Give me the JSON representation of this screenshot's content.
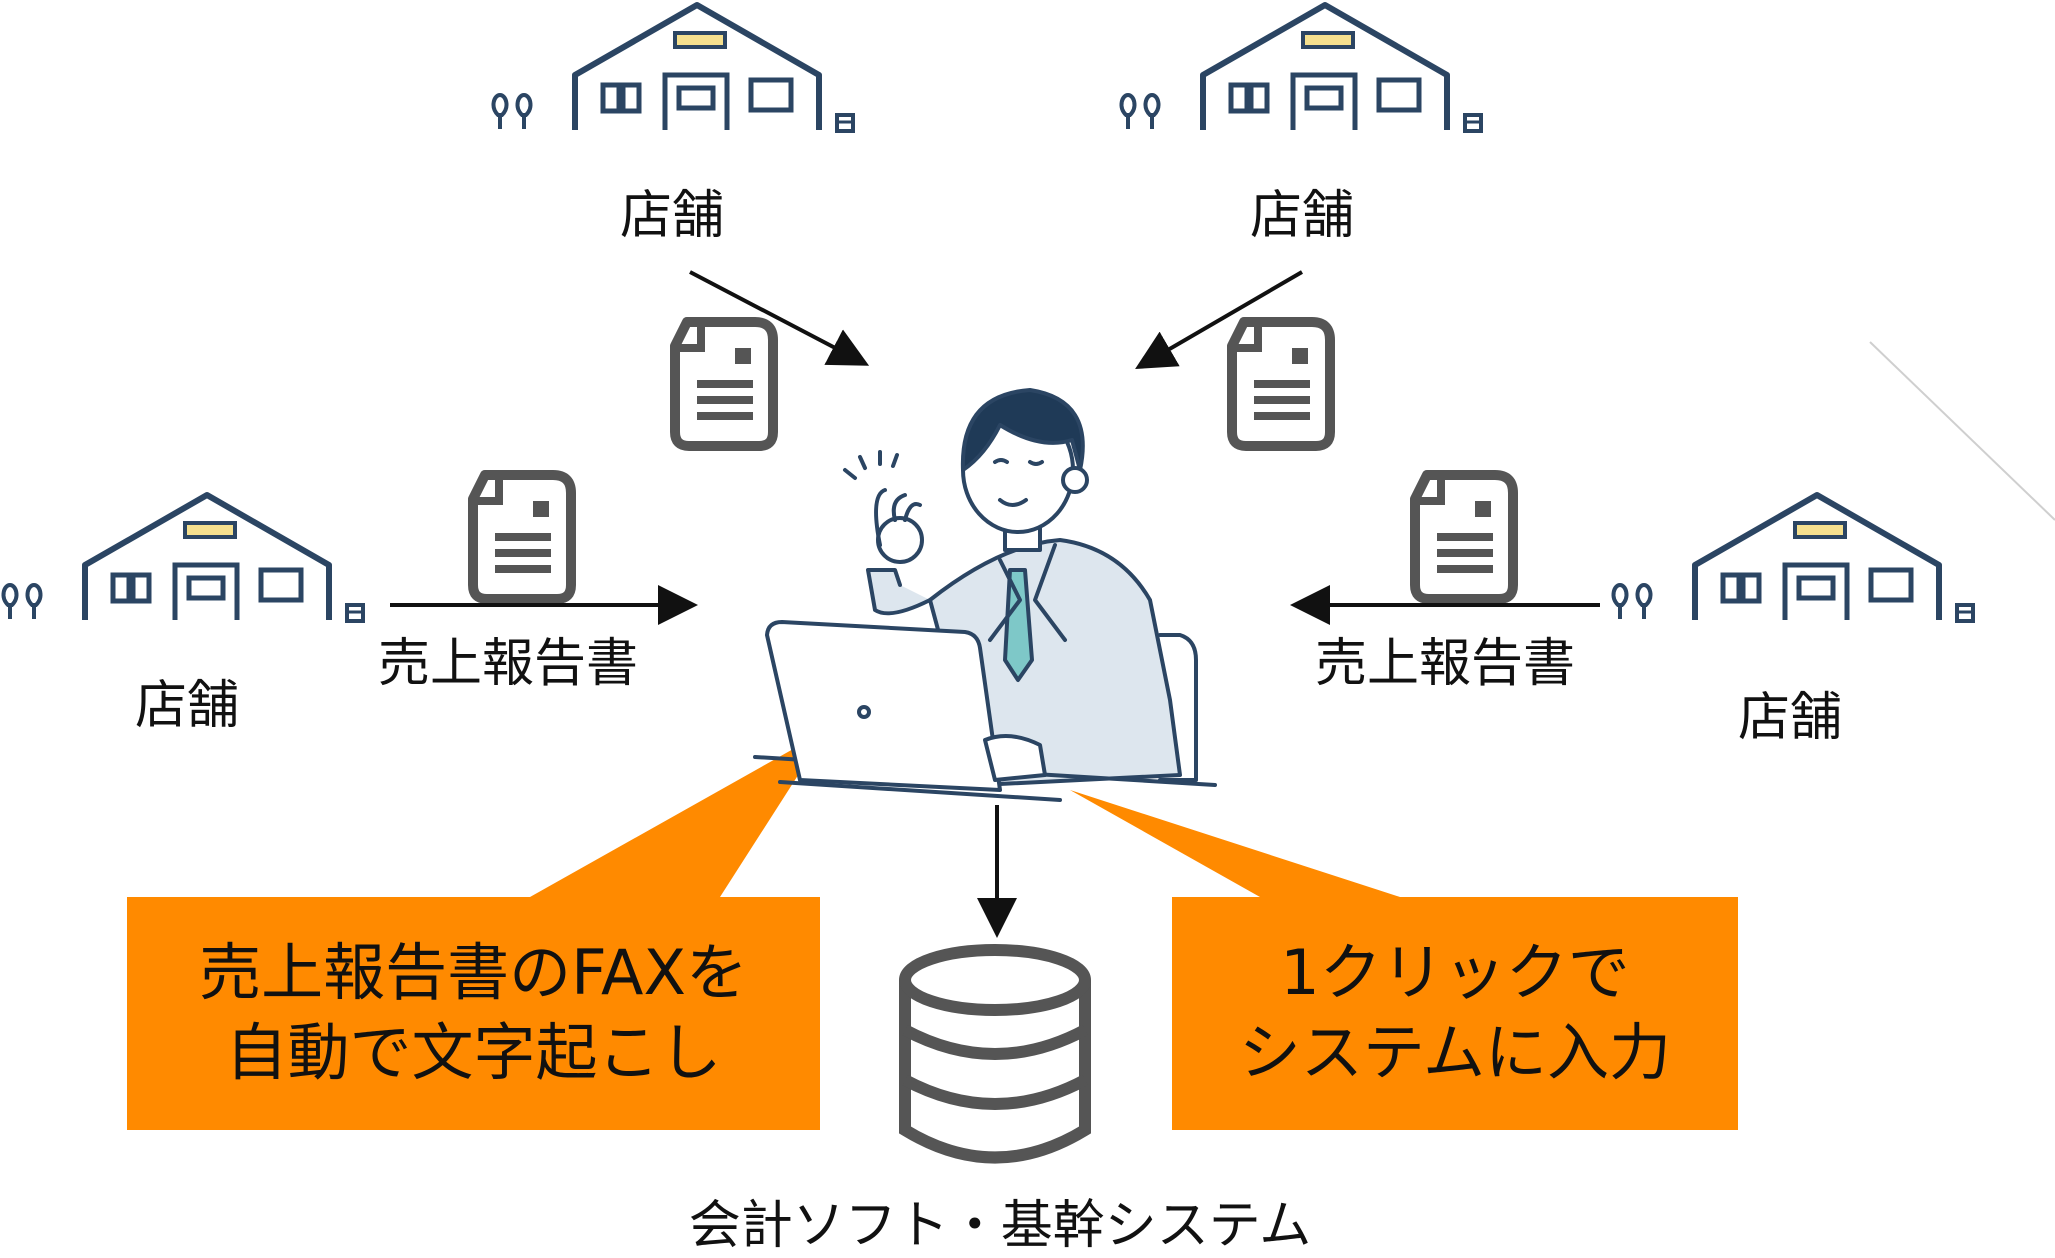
{
  "stores": {
    "top_left": "店舗",
    "top_right": "店舗",
    "left": "店舗",
    "right": "店舗"
  },
  "reports": {
    "left": "売上報告書",
    "right": "売上報告書"
  },
  "callouts": {
    "left": {
      "line1": "売上報告書のFAXを",
      "line2": "自動で文字起こし"
    },
    "right": {
      "line1": "1クリックで",
      "line2": "システムに入力"
    }
  },
  "database": {
    "label": "会計ソフト・基幹システム"
  },
  "colors": {
    "house_stroke": "#2b4563",
    "house_accent": "#f5e08f",
    "callout": "#ff8a00",
    "doc": "#555555",
    "arrow": "#111111",
    "suit": "#dde6ee",
    "tie": "#7ec8c8"
  },
  "icons": [
    "house-icon",
    "tree-icon",
    "document-icon",
    "person-with-laptop",
    "database-icon"
  ]
}
